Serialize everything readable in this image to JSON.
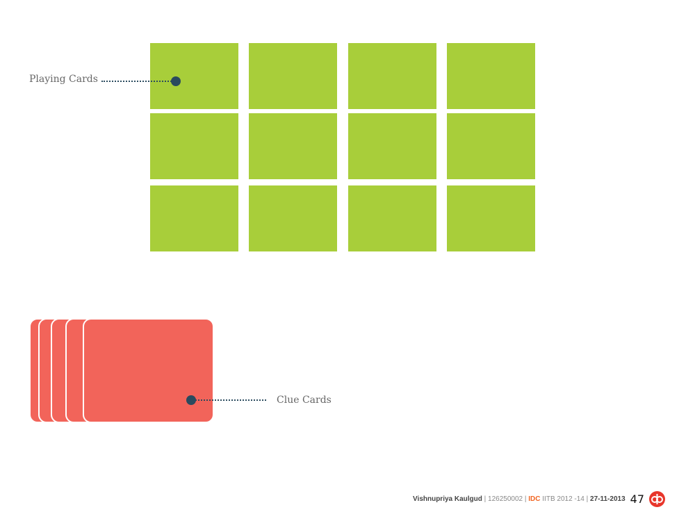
{
  "labels": {
    "playing": "Playing Cards",
    "clue": "Clue Cards"
  },
  "footer": {
    "author": "Vishnupriya Kaulgud",
    "sep1": " | ",
    "id": "126250002",
    "sep2": "  | ",
    "org": "IDC",
    "inst": " IITB 2012 -14",
    "sep3": " | ",
    "date": "27-11-2013",
    "page": "47",
    "logo": "IDC logo"
  },
  "colors": {
    "playing_card": "#a8ce3a",
    "clue_card": "#f2645a",
    "marker": "#2a4a5e"
  },
  "grid": {
    "rows": 3,
    "cols": 4
  },
  "clue_card_count": 5
}
